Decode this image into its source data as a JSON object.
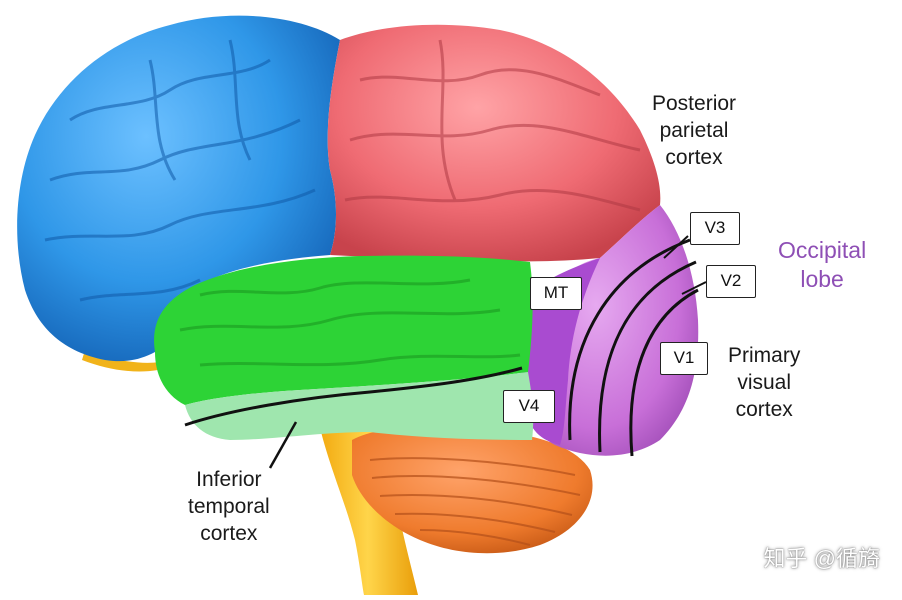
{
  "colors": {
    "frontal": "#2f97e8",
    "parietal": "#ef6b73",
    "temporal": "#2dd336",
    "inferior_temporal": "#9fe6ae",
    "occipital": "#c86fd8",
    "mt_region": "#a94bd0",
    "cerebellum": "#ef7b2d",
    "brainstem": "#f6b81c",
    "occipital_label": "#8e4fb5"
  },
  "labels": {
    "posterior_parietal": [
      "Posterior",
      "parietal",
      "cortex"
    ],
    "occipital_lobe": [
      "Occipital",
      "lobe"
    ],
    "primary_visual": [
      "Primary",
      "visual",
      "cortex"
    ],
    "inferior_temporal": [
      "Inferior",
      "temporal",
      "cortex"
    ]
  },
  "areas": {
    "v3": "V3",
    "v2": "V2",
    "v1": "V1",
    "mt": "MT",
    "v4": "V4"
  },
  "watermark": "知乎 @循旖"
}
